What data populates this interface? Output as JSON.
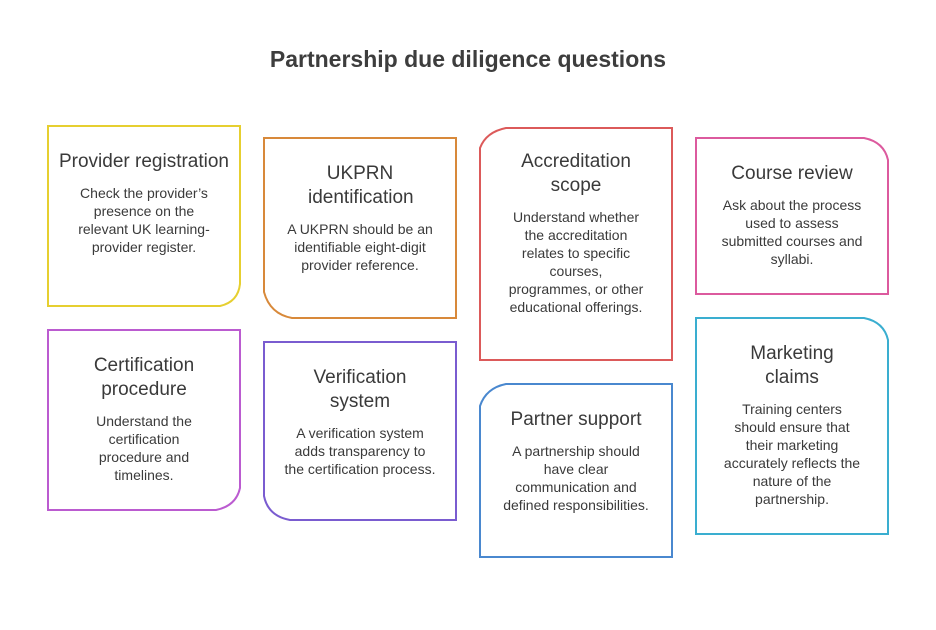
{
  "title": "Partnership due diligence questions",
  "cards": [
    {
      "title": "Provider registration",
      "body": "Check the provider’s presence on the relevant UK learning-provider register.",
      "color": "#e6cf30"
    },
    {
      "title": "UKPRN identification",
      "body": "A UKPRN should be an identifiable eight-digit provider reference.",
      "color": "#d8893a"
    },
    {
      "title": "Accreditation scope",
      "body": "Understand whether the accreditation relates to specific courses, programmes, or other educational offerings.",
      "color": "#dc5a5a"
    },
    {
      "title": "Course review",
      "body": "Ask about the process used to assess submitted courses and syllabi.",
      "color": "#dc5a9e"
    },
    {
      "title": "Certification procedure",
      "body": "Understand the certification procedure and timelines.",
      "color": "#bb5bd0"
    },
    {
      "title": "Verification system",
      "body": "A verification system adds transparency to the certification process.",
      "color": "#7a5cd0"
    },
    {
      "title": "Partner support",
      "body": "A partnership should have clear communication and defined responsibilities.",
      "color": "#4a88cf"
    },
    {
      "title": "Marketing claims",
      "body": "Training centers should ensure that their marketing accurately reflects the nature of the partnership.",
      "color": "#3aaed0"
    }
  ]
}
